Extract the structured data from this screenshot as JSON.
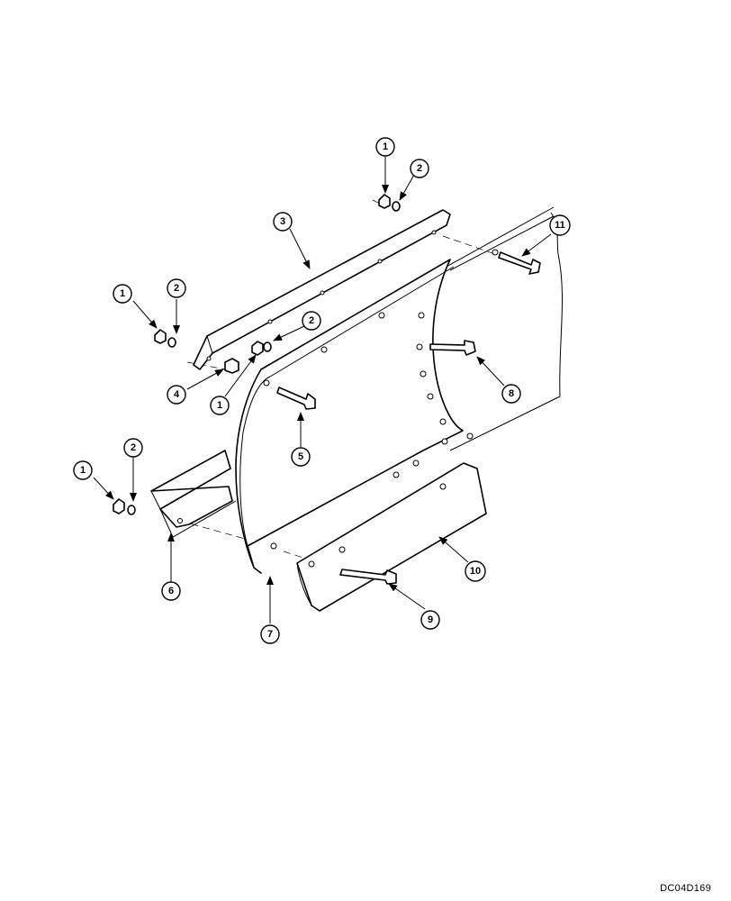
{
  "callouts": {
    "c1_top": "1",
    "c2_top": "2",
    "c11": "11",
    "c3": "3",
    "c1_left": "1",
    "c2_left": "2",
    "c2_mid": "2",
    "c4": "4",
    "c1_mid": "1",
    "c8": "8",
    "c5": "5",
    "c2_low": "2",
    "c1_low": "1",
    "c10": "10",
    "c6": "6",
    "c7": "7",
    "c9": "9"
  },
  "drawing_code": "DC04D169"
}
